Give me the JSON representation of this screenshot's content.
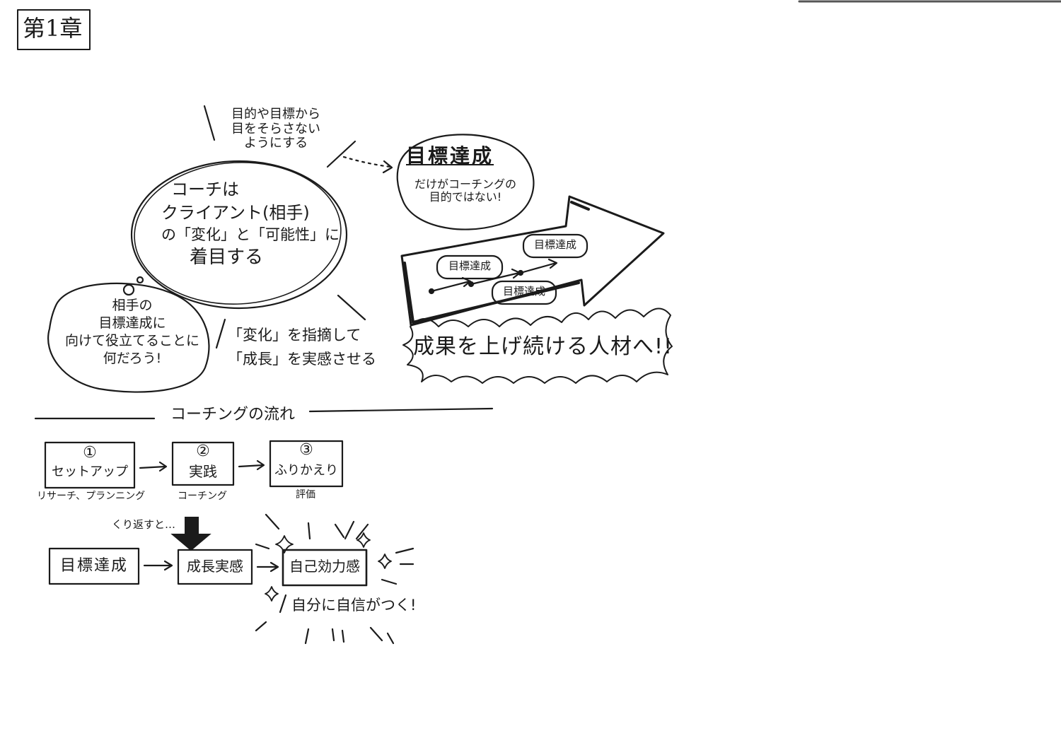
{
  "chapter_label": "第1章",
  "top_note": [
    "目的や目標から",
    "目をそらさない",
    "ようにする"
  ],
  "center_bubble": [
    "コーチは",
    "クライアント(相手)",
    "の「変化」と「可能性」に",
    "着目する"
  ],
  "goal_box": {
    "title": "目標達成",
    "sub": [
      "だけがコーチングの",
      "目的ではない!"
    ]
  },
  "thought_bubble": [
    "相手の",
    "目標達成に",
    "向けて役立てることに",
    "何だろう!"
  ],
  "change_note": [
    "「変化」を指摘して",
    "「成長」を実感させる"
  ],
  "arrow_badges": [
    "目標達成",
    "目標達成",
    "目標達成"
  ],
  "result_banner": "成果を上げ続ける人材へ!!",
  "flow_title": "コーチングの流れ",
  "flow_steps": [
    {
      "num": "①",
      "label": "セットアップ",
      "caption": "リサーチ、プランニング"
    },
    {
      "num": "②",
      "label": "実践",
      "caption": "コーチング"
    },
    {
      "num": "③",
      "label": "ふりかえり",
      "caption": "評価"
    }
  ],
  "repeat_label": "くり返すと…",
  "bottom_flow": [
    "目標達成",
    "成長実感",
    "自己効力感"
  ],
  "confidence_note": "自分に自信がつく!"
}
